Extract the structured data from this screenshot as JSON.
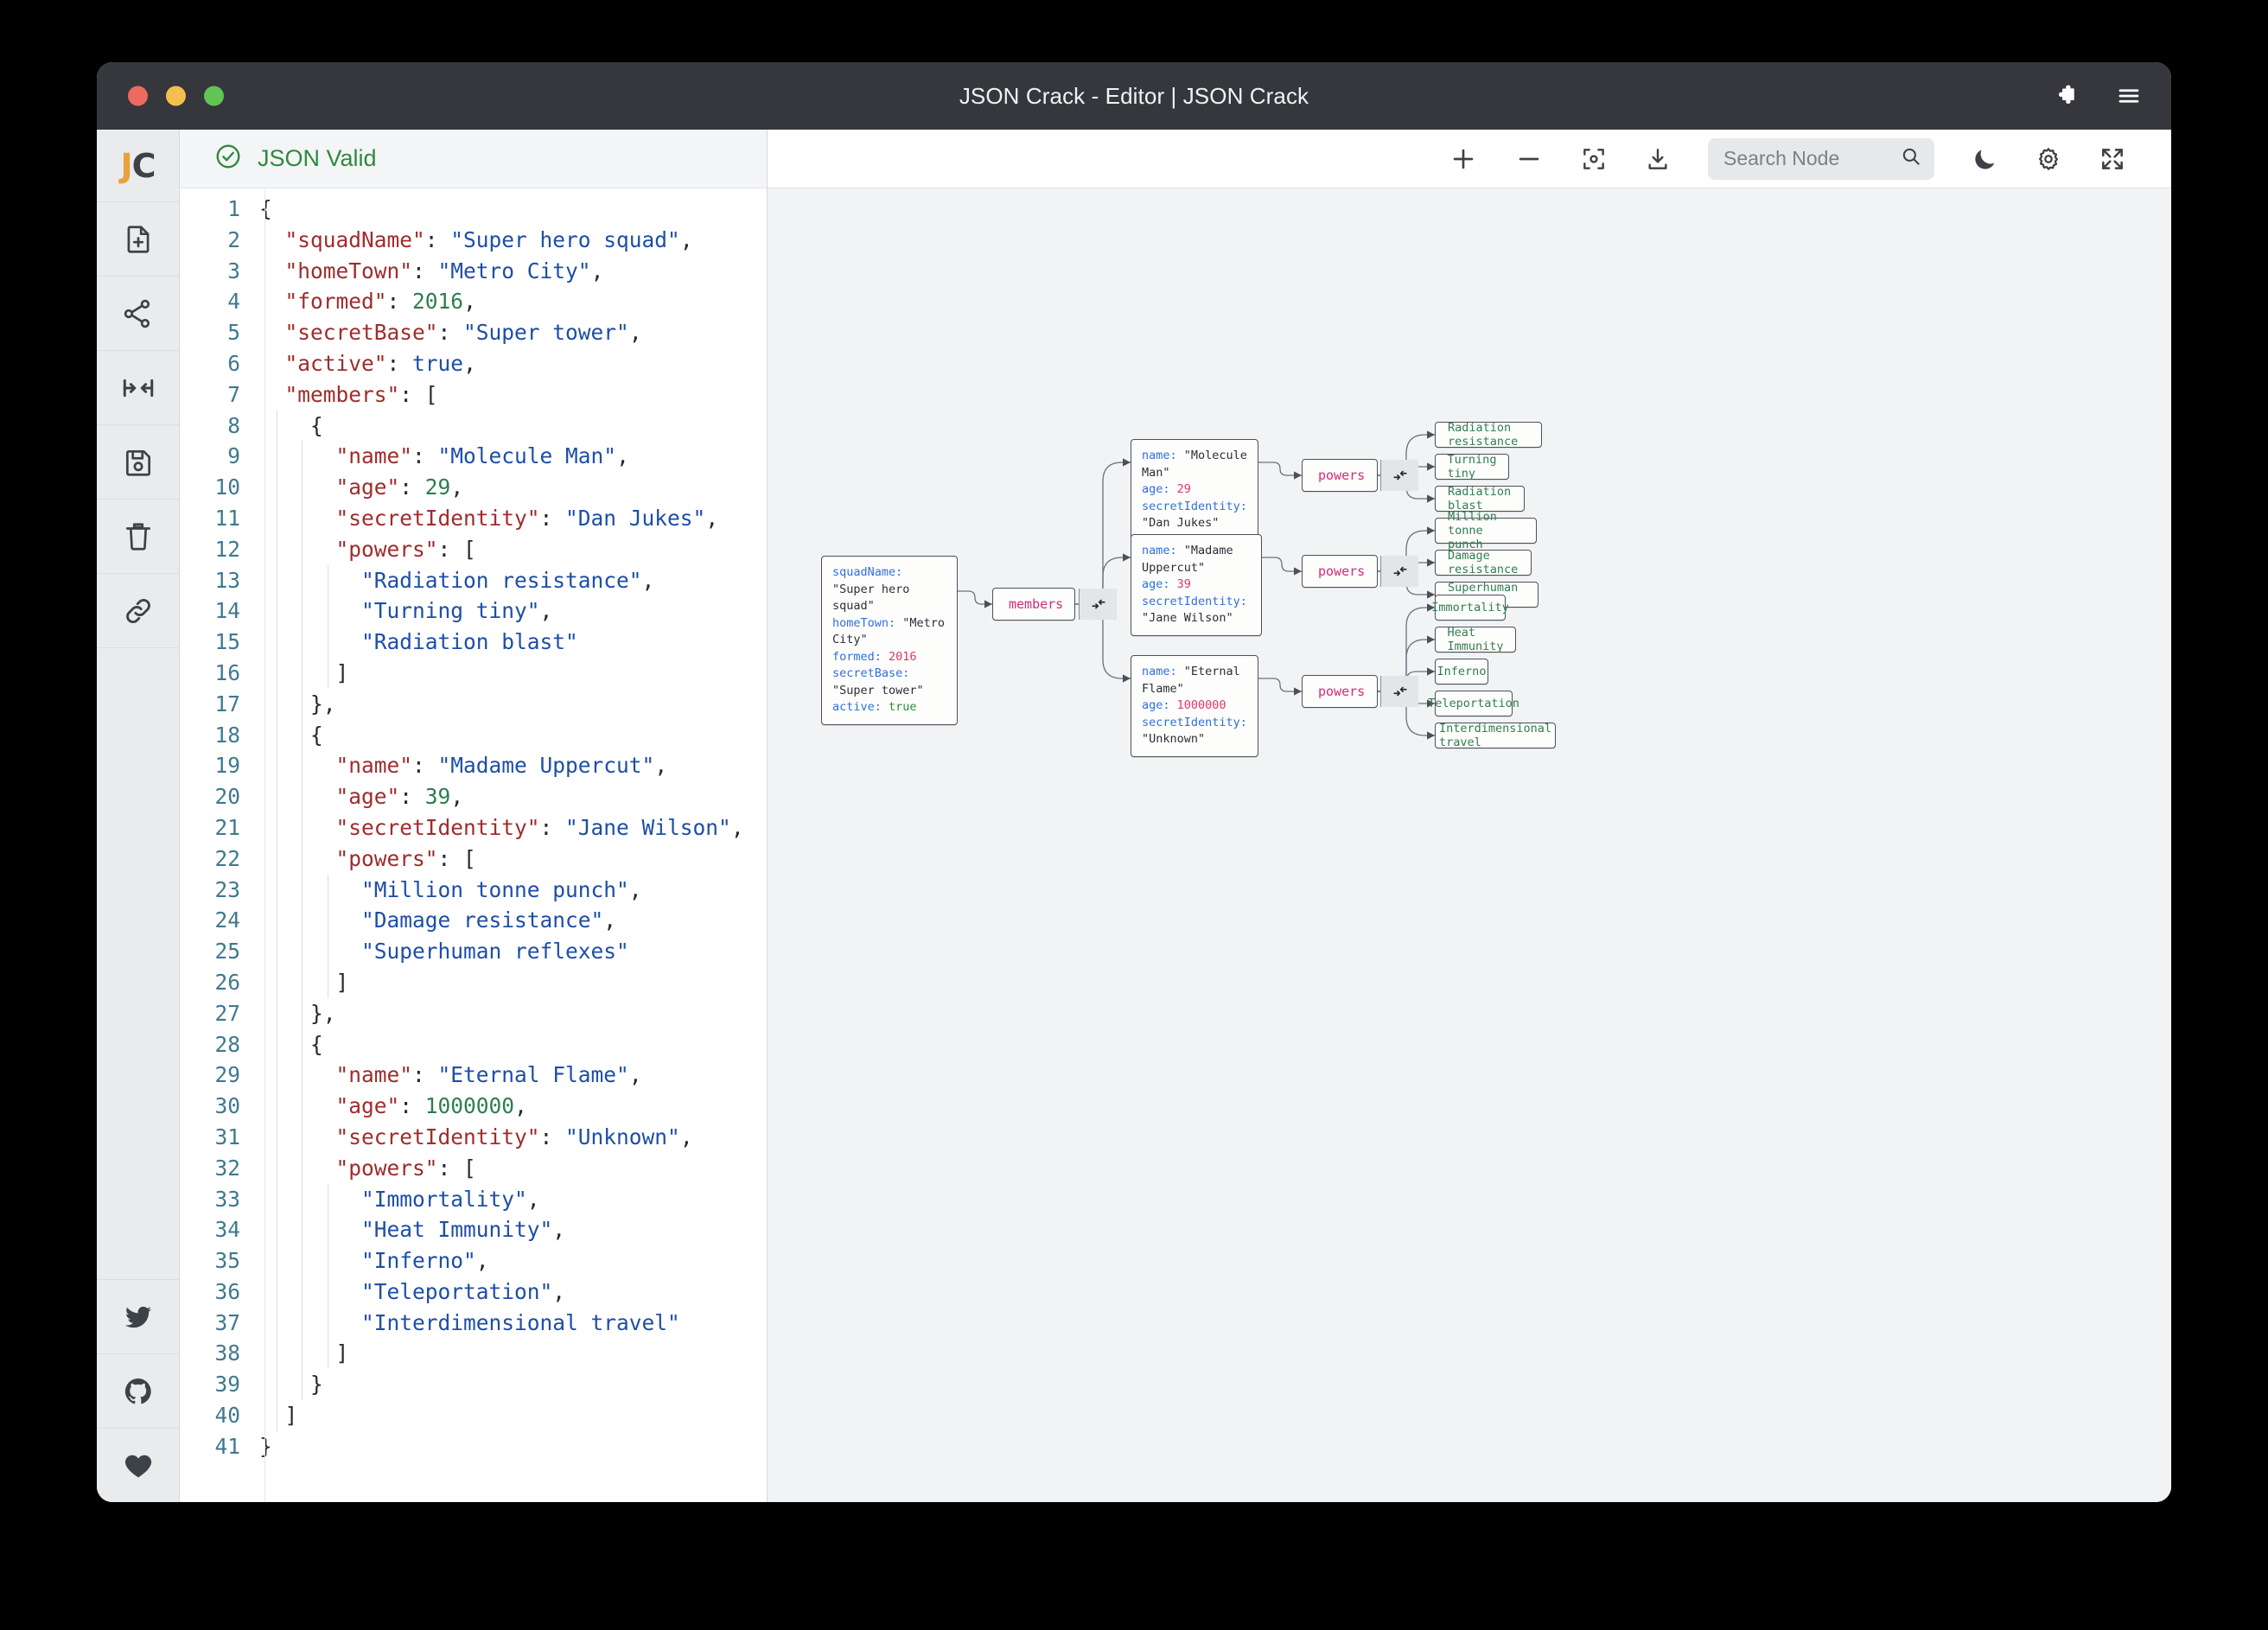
{
  "window": {
    "title": "JSON Crack - Editor | JSON Crack",
    "traffic_lights": [
      "close",
      "minimize",
      "maximize"
    ],
    "titlebar_icons": [
      "puzzle-piece-icon",
      "hamburger-menu-icon"
    ]
  },
  "rail": {
    "logo": {
      "j": "J",
      "c": "C"
    },
    "items": [
      {
        "name": "new-file-icon",
        "label": "New file"
      },
      {
        "name": "share-graph-icon",
        "label": "Share"
      },
      {
        "name": "collapse-arrows-icon",
        "label": "Collapse"
      },
      {
        "name": "save-disk-icon",
        "label": "Save"
      },
      {
        "name": "trash-icon",
        "label": "Delete"
      },
      {
        "name": "link-icon",
        "label": "Link"
      }
    ],
    "bottom_items": [
      {
        "name": "twitter-icon",
        "label": "Twitter"
      },
      {
        "name": "github-icon",
        "label": "GitHub"
      },
      {
        "name": "heart-icon",
        "label": "Sponsor"
      }
    ]
  },
  "editor": {
    "status": {
      "text": "JSON Valid",
      "icon": "check-circle-icon",
      "color": "#2f8a3c"
    },
    "line_count": 41,
    "lines": [
      {
        "n": 1,
        "indent": 0,
        "tokens": [
          {
            "t": "pun",
            "v": "{"
          }
        ]
      },
      {
        "n": 2,
        "indent": 1,
        "tokens": [
          {
            "t": "key",
            "v": "\"squadName\""
          },
          {
            "t": "pun",
            "v": ": "
          },
          {
            "t": "str",
            "v": "\"Super hero squad\""
          },
          {
            "t": "pun",
            "v": ","
          }
        ]
      },
      {
        "n": 3,
        "indent": 1,
        "tokens": [
          {
            "t": "key",
            "v": "\"homeTown\""
          },
          {
            "t": "pun",
            "v": ": "
          },
          {
            "t": "str",
            "v": "\"Metro City\""
          },
          {
            "t": "pun",
            "v": ","
          }
        ]
      },
      {
        "n": 4,
        "indent": 1,
        "tokens": [
          {
            "t": "key",
            "v": "\"formed\""
          },
          {
            "t": "pun",
            "v": ": "
          },
          {
            "t": "num",
            "v": "2016"
          },
          {
            "t": "pun",
            "v": ","
          }
        ]
      },
      {
        "n": 5,
        "indent": 1,
        "tokens": [
          {
            "t": "key",
            "v": "\"secretBase\""
          },
          {
            "t": "pun",
            "v": ": "
          },
          {
            "t": "str",
            "v": "\"Super tower\""
          },
          {
            "t": "pun",
            "v": ","
          }
        ]
      },
      {
        "n": 6,
        "indent": 1,
        "tokens": [
          {
            "t": "key",
            "v": "\"active\""
          },
          {
            "t": "pun",
            "v": ": "
          },
          {
            "t": "bool",
            "v": "true"
          },
          {
            "t": "pun",
            "v": ","
          }
        ]
      },
      {
        "n": 7,
        "indent": 1,
        "tokens": [
          {
            "t": "key",
            "v": "\"members\""
          },
          {
            "t": "pun",
            "v": ": ["
          }
        ]
      },
      {
        "n": 8,
        "indent": 2,
        "tokens": [
          {
            "t": "pun",
            "v": "{"
          }
        ]
      },
      {
        "n": 9,
        "indent": 3,
        "tokens": [
          {
            "t": "key",
            "v": "\"name\""
          },
          {
            "t": "pun",
            "v": ": "
          },
          {
            "t": "str",
            "v": "\"Molecule Man\""
          },
          {
            "t": "pun",
            "v": ","
          }
        ]
      },
      {
        "n": 10,
        "indent": 3,
        "tokens": [
          {
            "t": "key",
            "v": "\"age\""
          },
          {
            "t": "pun",
            "v": ": "
          },
          {
            "t": "num",
            "v": "29"
          },
          {
            "t": "pun",
            "v": ","
          }
        ]
      },
      {
        "n": 11,
        "indent": 3,
        "tokens": [
          {
            "t": "key",
            "v": "\"secretIdentity\""
          },
          {
            "t": "pun",
            "v": ": "
          },
          {
            "t": "str",
            "v": "\"Dan Jukes\""
          },
          {
            "t": "pun",
            "v": ","
          }
        ]
      },
      {
        "n": 12,
        "indent": 3,
        "tokens": [
          {
            "t": "key",
            "v": "\"powers\""
          },
          {
            "t": "pun",
            "v": ": ["
          }
        ]
      },
      {
        "n": 13,
        "indent": 4,
        "tokens": [
          {
            "t": "str",
            "v": "\"Radiation resistance\""
          },
          {
            "t": "pun",
            "v": ","
          }
        ]
      },
      {
        "n": 14,
        "indent": 4,
        "tokens": [
          {
            "t": "str",
            "v": "\"Turning tiny\""
          },
          {
            "t": "pun",
            "v": ","
          }
        ]
      },
      {
        "n": 15,
        "indent": 4,
        "tokens": [
          {
            "t": "str",
            "v": "\"Radiation blast\""
          }
        ]
      },
      {
        "n": 16,
        "indent": 3,
        "tokens": [
          {
            "t": "pun",
            "v": "]"
          }
        ]
      },
      {
        "n": 17,
        "indent": 2,
        "tokens": [
          {
            "t": "pun",
            "v": "},"
          }
        ]
      },
      {
        "n": 18,
        "indent": 2,
        "tokens": [
          {
            "t": "pun",
            "v": "{"
          }
        ]
      },
      {
        "n": 19,
        "indent": 3,
        "tokens": [
          {
            "t": "key",
            "v": "\"name\""
          },
          {
            "t": "pun",
            "v": ": "
          },
          {
            "t": "str",
            "v": "\"Madame Uppercut\""
          },
          {
            "t": "pun",
            "v": ","
          }
        ]
      },
      {
        "n": 20,
        "indent": 3,
        "tokens": [
          {
            "t": "key",
            "v": "\"age\""
          },
          {
            "t": "pun",
            "v": ": "
          },
          {
            "t": "num",
            "v": "39"
          },
          {
            "t": "pun",
            "v": ","
          }
        ]
      },
      {
        "n": 21,
        "indent": 3,
        "tokens": [
          {
            "t": "key",
            "v": "\"secretIdentity\""
          },
          {
            "t": "pun",
            "v": ": "
          },
          {
            "t": "str",
            "v": "\"Jane Wilson\""
          },
          {
            "t": "pun",
            "v": ","
          }
        ]
      },
      {
        "n": 22,
        "indent": 3,
        "tokens": [
          {
            "t": "key",
            "v": "\"powers\""
          },
          {
            "t": "pun",
            "v": ": ["
          }
        ]
      },
      {
        "n": 23,
        "indent": 4,
        "tokens": [
          {
            "t": "str",
            "v": "\"Million tonne punch\""
          },
          {
            "t": "pun",
            "v": ","
          }
        ]
      },
      {
        "n": 24,
        "indent": 4,
        "tokens": [
          {
            "t": "str",
            "v": "\"Damage resistance\""
          },
          {
            "t": "pun",
            "v": ","
          }
        ]
      },
      {
        "n": 25,
        "indent": 4,
        "tokens": [
          {
            "t": "str",
            "v": "\"Superhuman reflexes\""
          }
        ]
      },
      {
        "n": 26,
        "indent": 3,
        "tokens": [
          {
            "t": "pun",
            "v": "]"
          }
        ]
      },
      {
        "n": 27,
        "indent": 2,
        "tokens": [
          {
            "t": "pun",
            "v": "},"
          }
        ]
      },
      {
        "n": 28,
        "indent": 2,
        "tokens": [
          {
            "t": "pun",
            "v": "{"
          }
        ]
      },
      {
        "n": 29,
        "indent": 3,
        "tokens": [
          {
            "t": "key",
            "v": "\"name\""
          },
          {
            "t": "pun",
            "v": ": "
          },
          {
            "t": "str",
            "v": "\"Eternal Flame\""
          },
          {
            "t": "pun",
            "v": ","
          }
        ]
      },
      {
        "n": 30,
        "indent": 3,
        "tokens": [
          {
            "t": "key",
            "v": "\"age\""
          },
          {
            "t": "pun",
            "v": ": "
          },
          {
            "t": "num",
            "v": "1000000"
          },
          {
            "t": "pun",
            "v": ","
          }
        ]
      },
      {
        "n": 31,
        "indent": 3,
        "tokens": [
          {
            "t": "key",
            "v": "\"secretIdentity\""
          },
          {
            "t": "pun",
            "v": ": "
          },
          {
            "t": "str",
            "v": "\"Unknown\""
          },
          {
            "t": "pun",
            "v": ","
          }
        ]
      },
      {
        "n": 32,
        "indent": 3,
        "tokens": [
          {
            "t": "key",
            "v": "\"powers\""
          },
          {
            "t": "pun",
            "v": ": ["
          }
        ]
      },
      {
        "n": 33,
        "indent": 4,
        "tokens": [
          {
            "t": "str",
            "v": "\"Immortality\""
          },
          {
            "t": "pun",
            "v": ","
          }
        ]
      },
      {
        "n": 34,
        "indent": 4,
        "tokens": [
          {
            "t": "str",
            "v": "\"Heat Immunity\""
          },
          {
            "t": "pun",
            "v": ","
          }
        ]
      },
      {
        "n": 35,
        "indent": 4,
        "tokens": [
          {
            "t": "str",
            "v": "\"Inferno\""
          },
          {
            "t": "pun",
            "v": ","
          }
        ]
      },
      {
        "n": 36,
        "indent": 4,
        "tokens": [
          {
            "t": "str",
            "v": "\"Teleportation\""
          },
          {
            "t": "pun",
            "v": ","
          }
        ]
      },
      {
        "n": 37,
        "indent": 4,
        "tokens": [
          {
            "t": "str",
            "v": "\"Interdimensional travel\""
          }
        ]
      },
      {
        "n": 38,
        "indent": 3,
        "tokens": [
          {
            "t": "pun",
            "v": "]"
          }
        ]
      },
      {
        "n": 39,
        "indent": 2,
        "tokens": [
          {
            "t": "pun",
            "v": "}"
          }
        ]
      },
      {
        "n": 40,
        "indent": 1,
        "tokens": [
          {
            "t": "pun",
            "v": "]"
          }
        ]
      },
      {
        "n": 41,
        "indent": 0,
        "tokens": [
          {
            "t": "pun",
            "v": "}"
          }
        ]
      }
    ]
  },
  "toolbar": {
    "zoom_in": "zoom-in-icon",
    "zoom_out": "zoom-out-icon",
    "center": "center-view-icon",
    "download": "download-icon",
    "search_placeholder": "Search Node",
    "search_value": "",
    "theme_toggle": "moon-icon",
    "settings": "gear-icon",
    "fullscreen": "fullscreen-icon"
  },
  "graph": {
    "root": {
      "rows": [
        {
          "key": "squadName",
          "type": "s",
          "value": "\"Super hero squad\""
        },
        {
          "key": "homeTown",
          "type": "s",
          "value": "\"Metro City\""
        },
        {
          "key": "formed",
          "type": "n",
          "value": "2016"
        },
        {
          "key": "secretBase",
          "type": "s",
          "value": "\"Super tower\""
        },
        {
          "key": "active",
          "type": "b",
          "value": "true"
        }
      ]
    },
    "members_node": {
      "label": "members",
      "toggle": "collapse-icon"
    },
    "members": [
      {
        "rows": [
          {
            "key": "name",
            "type": "s",
            "value": "\"Molecule Man\""
          },
          {
            "key": "age",
            "type": "n",
            "value": "29"
          },
          {
            "key": "secretIdentity",
            "type": "s",
            "value": "\"Dan Jukes\""
          }
        ],
        "powers_label": "powers",
        "powers": [
          "Radiation resistance",
          "Turning tiny",
          "Radiation blast"
        ]
      },
      {
        "rows": [
          {
            "key": "name",
            "type": "s",
            "value": "\"Madame Uppercut\""
          },
          {
            "key": "age",
            "type": "n",
            "value": "39"
          },
          {
            "key": "secretIdentity",
            "type": "s",
            "value": "\"Jane Wilson\""
          }
        ],
        "powers_label": "powers",
        "powers": [
          "Million tonne punch",
          "Damage resistance",
          "Superhuman reflexes"
        ]
      },
      {
        "rows": [
          {
            "key": "name",
            "type": "s",
            "value": "\"Eternal Flame\""
          },
          {
            "key": "age",
            "type": "n",
            "value": "1000000"
          },
          {
            "key": "secretIdentity",
            "type": "s",
            "value": "\"Unknown\""
          }
        ],
        "powers_label": "powers",
        "powers": [
          "Immortality",
          "Heat Immunity",
          "Inferno",
          "Teleportation",
          "Interdimensional travel"
        ]
      }
    ]
  },
  "colors": {
    "accent_orange": "#e8a33d",
    "valid_green": "#2f8a3c",
    "node_key_blue": "#2f6fe0",
    "node_num_pink": "#e0366b",
    "node_leaf_green": "#2f7d4f",
    "parent_label_pink": "#d12b76",
    "titlebar": "#35373d",
    "canvas_bg": "#f2f3f5"
  }
}
